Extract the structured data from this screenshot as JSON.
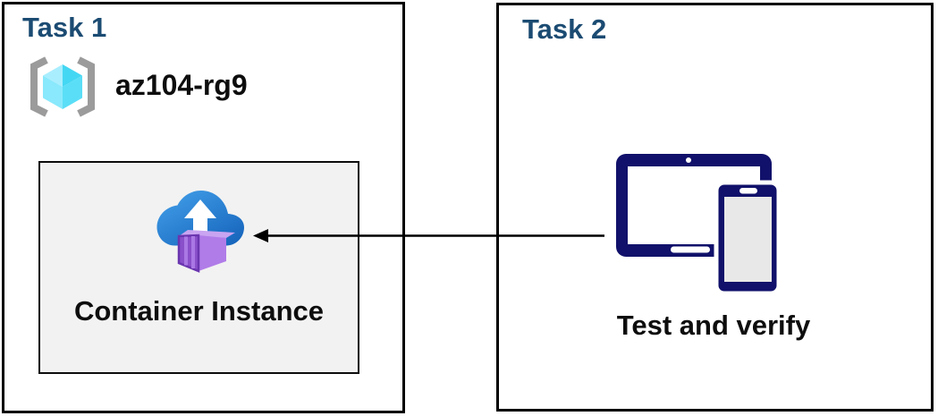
{
  "task1": {
    "title": "Task 1",
    "resource_group_name": "az104-rg9",
    "container_label": "Container Instance"
  },
  "task2": {
    "title": "Task 2",
    "label": "Test and verify"
  },
  "arrow": {
    "from": "task2-devices",
    "to": "task1-container-instance",
    "direction": "right-to-left"
  },
  "colors": {
    "title_blue": "#1B4B72",
    "text_black": "#0d0d0d",
    "box_border": "#000000",
    "inner_box_bg": "#F2F2F2",
    "device_navy": "#11116B",
    "device_screen_gray": "#E8E8E8",
    "device_screen_white": "#FFFFFF",
    "bracket_gray": "#9B9B9B",
    "cube_top_left": "#A9EEFF",
    "cube_top_right": "#44D7F3",
    "cube_bottom_left": "#8AE9FC",
    "cube_bottom_right": "#5ADEF7",
    "cloud_blue_light": "#44A1EA",
    "cloud_blue_dark": "#1766BD",
    "arrow_white": "#FFFFFF",
    "container_front": "#8A4FCA",
    "container_side": "#B07CE8",
    "container_top": "#C9A4F1",
    "container_outline": "#6A35AF",
    "container_slat": "#AA78E4",
    "arrow_black": "#000000"
  }
}
